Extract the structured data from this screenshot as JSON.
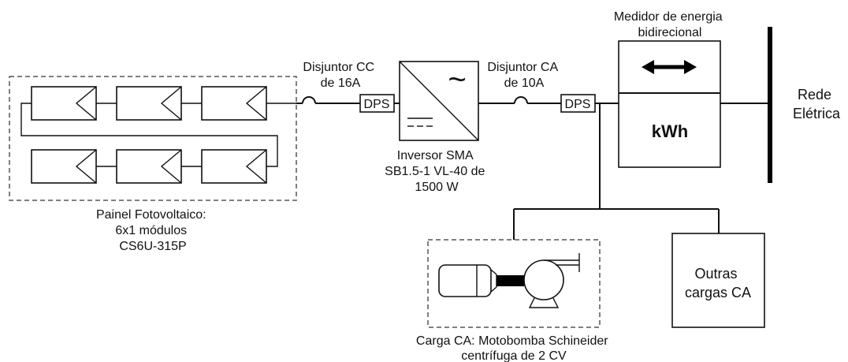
{
  "panel": {
    "label_lines": [
      "Painel Fotovoltaico:",
      "6x1 módulos",
      "CS6U-315P"
    ]
  },
  "breaker_dc": {
    "label_lines": [
      "Disjuntor CC",
      "de 16A"
    ]
  },
  "dps_label": "DPS",
  "inverter": {
    "label_lines": [
      "Inversor SMA",
      "SB1.5-1 VL-40 de",
      "1500 W"
    ],
    "ac_symbol": "~"
  },
  "breaker_ac": {
    "label_lines": [
      "Disjuntor CA",
      "de 10A"
    ]
  },
  "meter": {
    "label_lines": [
      "Medidor de energia",
      "bidirecional"
    ],
    "display": "kWh"
  },
  "grid": {
    "label_lines": [
      "Rede",
      "Elétrica"
    ]
  },
  "pump_load": {
    "label_lines": [
      "Carga CA: Motobomba Schineider",
      "centrífuga de 2 CV"
    ]
  },
  "other_loads": {
    "label_lines": [
      "Outras",
      "cargas CA"
    ]
  }
}
